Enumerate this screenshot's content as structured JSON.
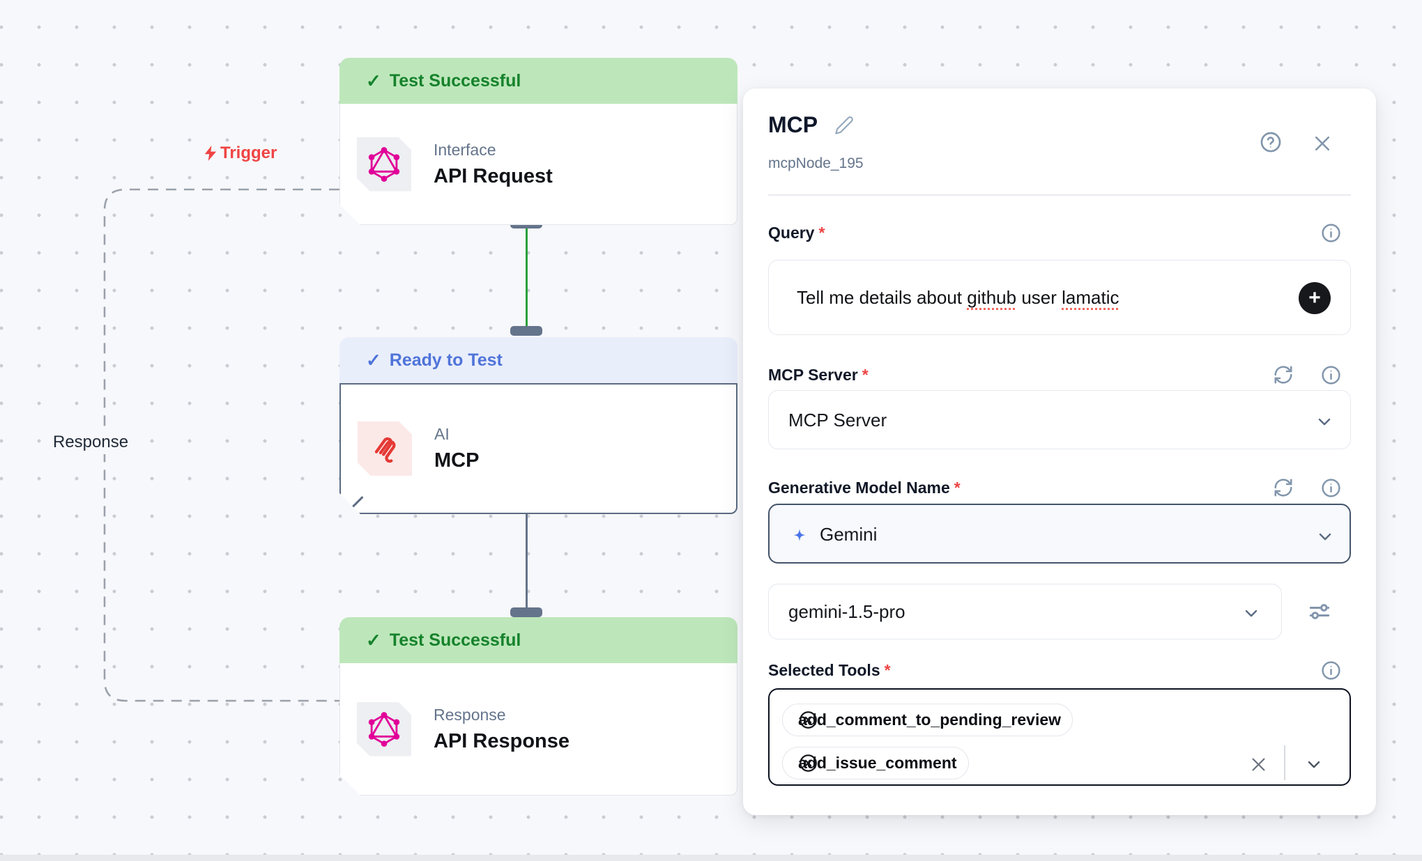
{
  "icons": {
    "check": "✓",
    "plus": "+"
  },
  "colors": {
    "success_bg": "#bde7ba",
    "success_text": "#16822c",
    "ready_bg": "#e9eefb",
    "ready_text": "#4f74d9",
    "trigger_red": "#ef4444",
    "graphql_pink": "#e10098",
    "mcp_red": "#e53935",
    "sparkle_blue": "#4a74e8",
    "wire_green": "#2aa03c",
    "wire_slate": "#64748b"
  },
  "canvas": {
    "trigger_label": "Trigger",
    "response_label": "Response",
    "nodes": [
      {
        "status": "Test Successful",
        "category": "Interface",
        "title": "API Request"
      },
      {
        "status": "Ready to Test",
        "category": "AI",
        "title": "MCP"
      },
      {
        "status": "Test Successful",
        "category": "Response",
        "title": "API Response"
      }
    ]
  },
  "panel": {
    "title": "MCP",
    "subtitle": "mcpNode_195",
    "required_mark": "*",
    "query": {
      "label": "Query",
      "value": "Tell me details about github user lamatic",
      "text_pre": "Tell me details about ",
      "word_github": "github",
      "text_mid": " user ",
      "word_lamatic": "lamatic"
    },
    "mcp_server": {
      "label": "MCP Server",
      "value": "MCP Server"
    },
    "model": {
      "label": "Generative Model Name",
      "provider": "Gemini",
      "name": "gemini-1.5-pro"
    },
    "tools": {
      "label": "Selected Tools",
      "tags": [
        "add_comment_to_pending_review",
        "add_issue_comment"
      ]
    }
  }
}
